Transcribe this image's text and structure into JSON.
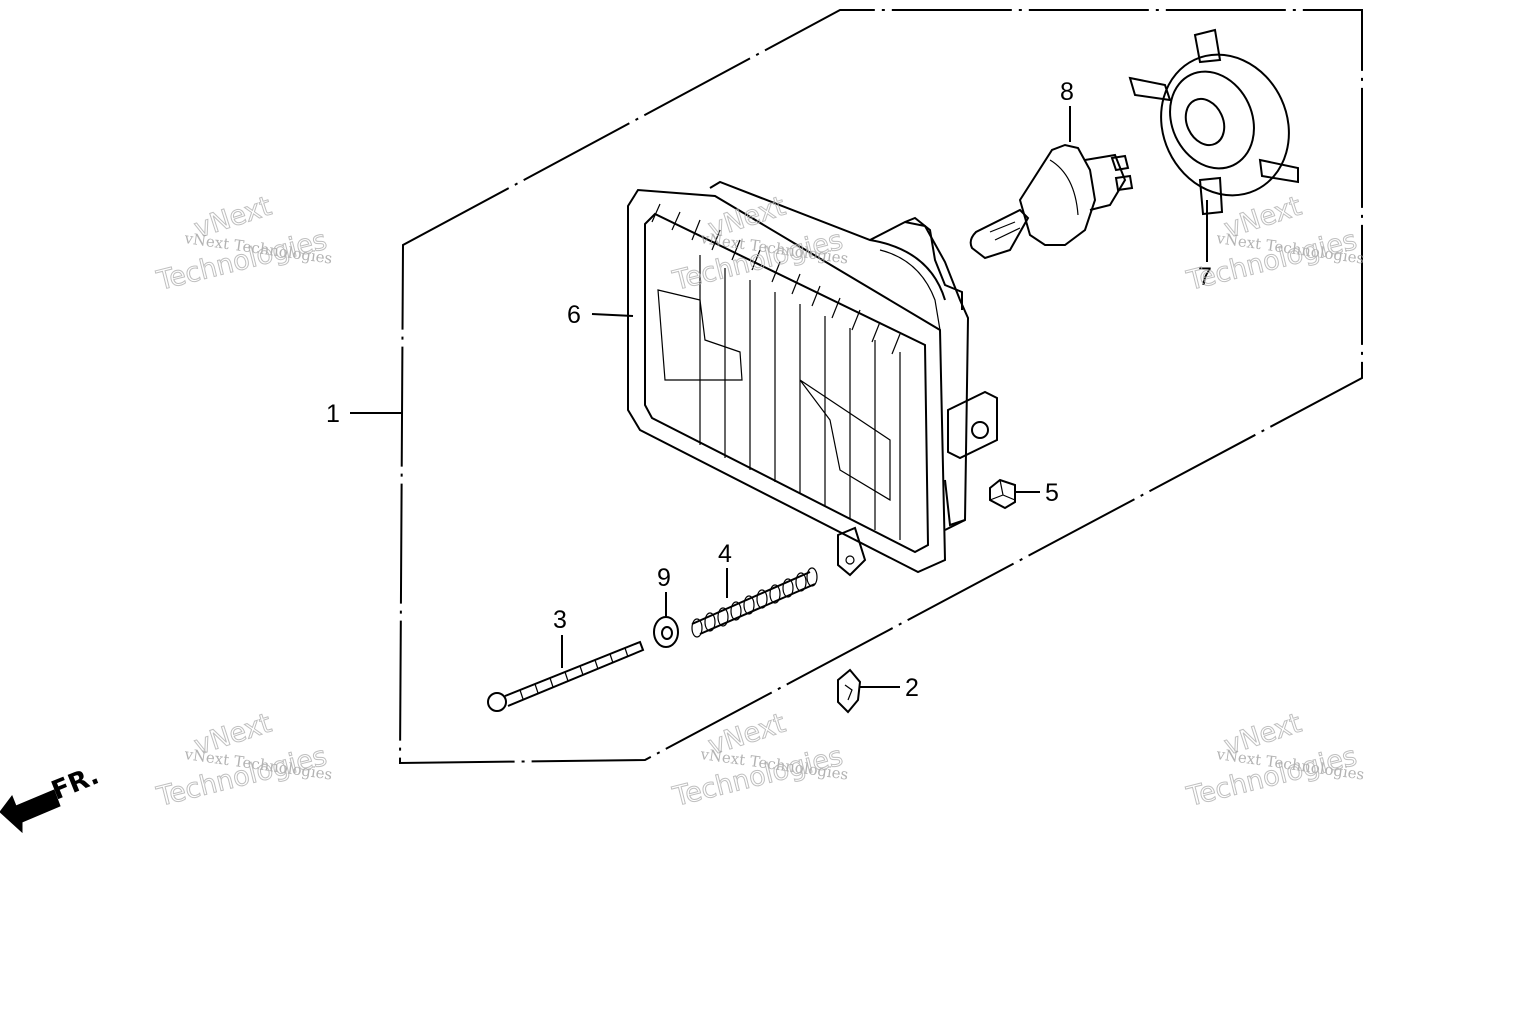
{
  "callouts": [
    {
      "id": "1",
      "label": "1"
    },
    {
      "id": "2",
      "label": "2"
    },
    {
      "id": "3",
      "label": "3"
    },
    {
      "id": "4",
      "label": "4"
    },
    {
      "id": "5",
      "label": "5"
    },
    {
      "id": "6",
      "label": "6"
    },
    {
      "id": "7",
      "label": "7"
    },
    {
      "id": "8",
      "label": "8"
    },
    {
      "id": "9",
      "label": "9"
    }
  ],
  "direction_label": "FR.",
  "watermark": {
    "line1": "vNext Technologies",
    "line2": "vNext",
    "line3": "Technologies"
  }
}
